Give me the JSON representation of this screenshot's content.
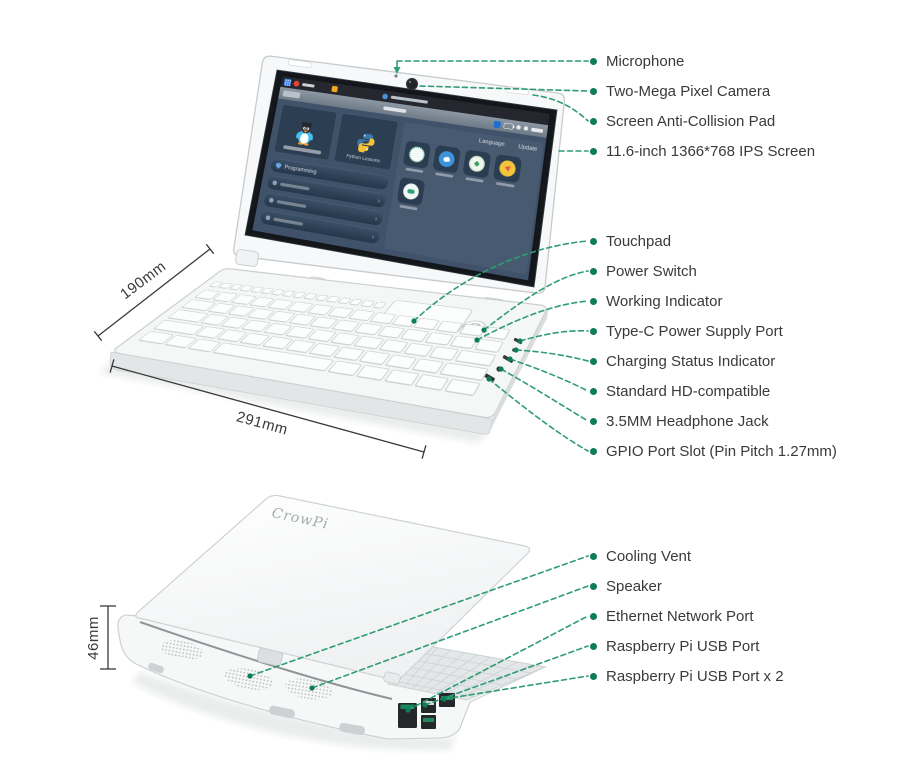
{
  "colors": {
    "callout_line": "#2f9c74",
    "callout_dot": "#0e7d54",
    "label_text": "#3a3a3a",
    "screen_bg": "#3f5269",
    "laptop_body": "#f7f8f9"
  },
  "open_view": {
    "screen_labels": [
      "Microphone",
      "Two-Mega Pixel Camera",
      "Screen Anti-Collision Pad",
      "11.6-inch 1366*768 IPS Screen"
    ],
    "body_labels": [
      "Touchpad",
      "Power Switch",
      "Working Indicator",
      "Type-C Power Supply Port",
      "Charging Status Indicator",
      "Standard HD-compatible",
      "3.5MM Headphone Jack",
      "GPIO Port Slot (Pin Pitch 1.27mm)"
    ],
    "depth_dim": "190mm",
    "width_dim": "291mm",
    "screen_ui": {
      "language": "Language",
      "update": "Update",
      "menu_item": "Programming",
      "python_caption": "Python Lessons"
    }
  },
  "closed_view": {
    "labels": [
      "Cooling Vent",
      "Speaker",
      "Ethernet Network Port",
      "Raspberry Pi USB Port",
      "Raspberry Pi USB Port x 2"
    ],
    "height_dim": "46mm",
    "logo": "CrowPi"
  }
}
